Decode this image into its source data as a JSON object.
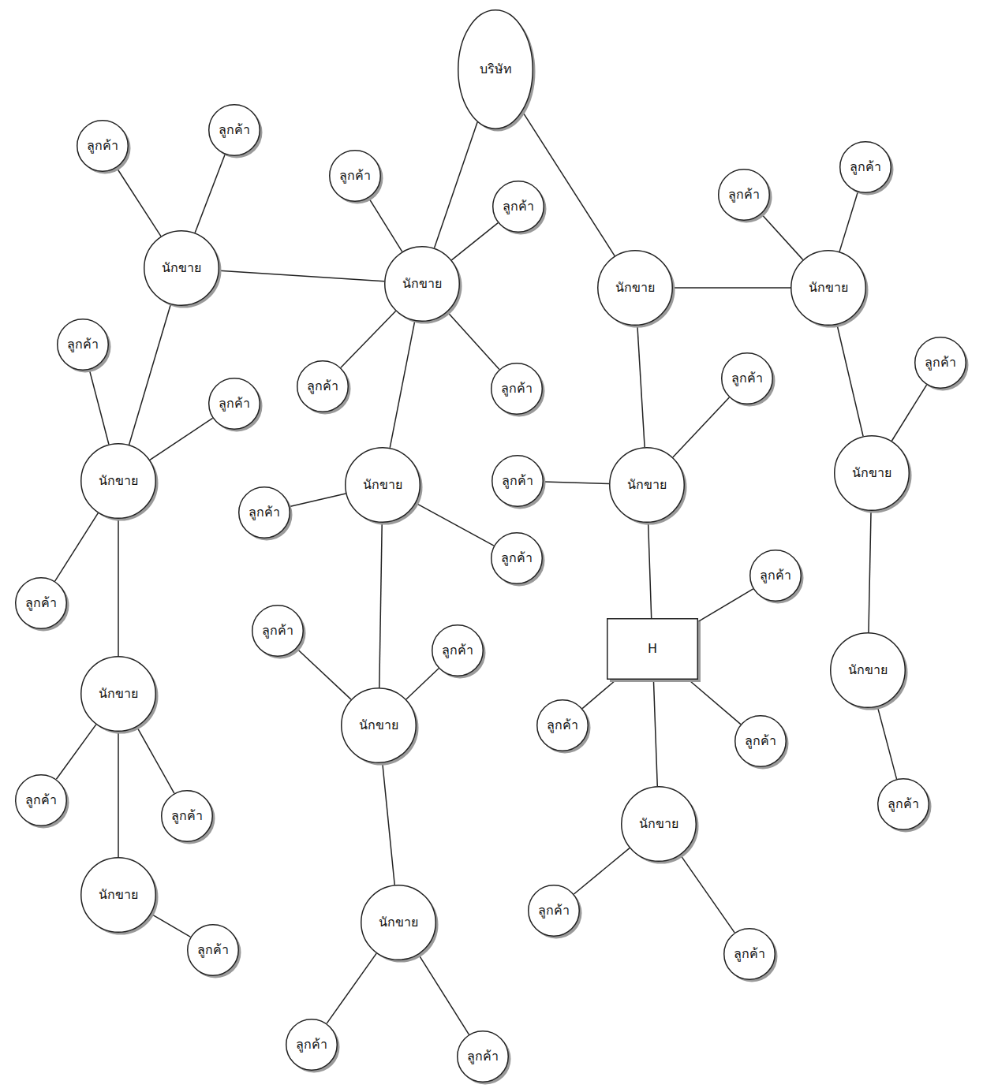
{
  "diagram": {
    "nodes": [
      {
        "text": [
          "บริษัท"
        ]
      },
      {
        "text": [
          "ลูกค้า"
        ]
      },
      {
        "text": [
          "ลูกค้า"
        ]
      },
      {
        "text": [
          "ลูกค้า"
        ]
      },
      {
        "text": [
          "ลูกค้า"
        ]
      },
      {
        "text": [
          "ลูกค้า"
        ]
      },
      {
        "text": [
          "ลูกค้า"
        ]
      },
      {
        "text": [
          "นักขาย"
        ]
      },
      {
        "text": [
          "นักขาย"
        ]
      },
      {
        "text": [
          "นักขาย"
        ]
      },
      {
        "text": [
          "นักขาย"
        ]
      },
      {
        "text": [
          "ลูกค้า"
        ]
      },
      {
        "text": [
          "ลูกค้า"
        ]
      },
      {
        "text": [
          "ลูกค้า"
        ]
      },
      {
        "text": [
          "ลูกค้า"
        ]
      },
      {
        "text": [
          "ลูกค้า"
        ]
      },
      {
        "text": [
          "ลูกค้า"
        ]
      },
      {
        "text": [
          "นักขาย"
        ]
      },
      {
        "text": [
          "นักขาย"
        ]
      },
      {
        "text": [
          "ลูกค้า"
        ]
      },
      {
        "text": [
          "นักขาย"
        ]
      },
      {
        "text": [
          "นักขาย"
        ]
      },
      {
        "text": [
          "ลูกค้า"
        ]
      },
      {
        "text": [
          "ลูกค้า"
        ]
      },
      {
        "text": [
          "ลูกค้า"
        ]
      },
      {
        "text": [
          "ลูกค้า"
        ]
      },
      {
        "text": [
          "ลูกค้า"
        ]
      },
      {
        "text": [
          "H"
        ]
      },
      {
        "text": [
          "ลูกค้า"
        ]
      },
      {
        "text": [
          "นักขาย"
        ]
      },
      {
        "text": [
          "นักขาย"
        ]
      },
      {
        "text": [
          "นักขาย"
        ]
      },
      {
        "text": [
          "ลูกค้า"
        ]
      },
      {
        "text": [
          "ลูกค้า"
        ]
      },
      {
        "text": [
          "ลูกค้า"
        ]
      },
      {
        "text": [
          "ลูกค้า"
        ]
      },
      {
        "text": [
          "ลูกค้า"
        ]
      },
      {
        "text": [
          "นักขาย"
        ]
      },
      {
        "text": [
          "นักขาย"
        ]
      },
      {
        "text": [
          "ลูกค้า"
        ]
      },
      {
        "text": [
          "นักขาย"
        ]
      },
      {
        "text": [
          "ลูกค้า"
        ]
      },
      {
        "text": [
          "ลูกค้า"
        ]
      },
      {
        "text": [
          "ลูกค้า"
        ]
      },
      {
        "text": [
          "ลูกค้า"
        ]
      }
    ],
    "edges": [
      {
        "from": 0,
        "to": 8,
        "arrow": "none"
      },
      {
        "from": 0,
        "to": 9,
        "arrow": "none"
      },
      {
        "from": 7,
        "to": 8,
        "arrow": "none"
      },
      {
        "from": 9,
        "to": 10,
        "arrow": "none"
      },
      {
        "from": 7,
        "to": 18,
        "arrow": "none"
      },
      {
        "from": 8,
        "to": 20,
        "arrow": "none"
      },
      {
        "from": 9,
        "to": 21,
        "arrow": "none"
      },
      {
        "from": 10,
        "to": 17,
        "arrow": "none"
      },
      {
        "from": 18,
        "to": 30,
        "arrow": "none"
      },
      {
        "from": 20,
        "to": 31,
        "arrow": "none"
      },
      {
        "from": 21,
        "to": 27,
        "arrow": "none"
      },
      {
        "from": 17,
        "to": 29,
        "arrow": "none"
      },
      {
        "from": 30,
        "to": 38,
        "arrow": "none"
      },
      {
        "from": 31,
        "to": 40,
        "arrow": "none"
      },
      {
        "from": 27,
        "to": 37,
        "arrow": "none"
      },
      {
        "from": 7,
        "to": 1,
        "arrow": "none"
      },
      {
        "from": 7,
        "to": 2,
        "arrow": "none"
      },
      {
        "from": 8,
        "to": 3,
        "arrow": "none"
      },
      {
        "from": 8,
        "to": 6,
        "arrow": "none"
      },
      {
        "from": 8,
        "to": 14,
        "arrow": "none"
      },
      {
        "from": 8,
        "to": 15,
        "arrow": "none"
      },
      {
        "from": 10,
        "to": 5,
        "arrow": "none"
      },
      {
        "from": 10,
        "to": 4,
        "arrow": "none"
      },
      {
        "from": 18,
        "to": 11,
        "arrow": "none"
      },
      {
        "from": 18,
        "to": 16,
        "arrow": "none"
      },
      {
        "from": 18,
        "to": 25,
        "arrow": "none"
      },
      {
        "from": 21,
        "to": 13,
        "arrow": "none"
      },
      {
        "from": 21,
        "to": 19,
        "arrow": "none"
      },
      {
        "from": 17,
        "to": 12,
        "arrow": "none"
      },
      {
        "from": 20,
        "to": 22,
        "arrow": "none"
      },
      {
        "from": 20,
        "to": 23,
        "arrow": "none"
      },
      {
        "from": 27,
        "to": 24,
        "arrow": "none"
      },
      {
        "from": 27,
        "to": 32,
        "arrow": "none"
      },
      {
        "from": 27,
        "to": 33,
        "arrow": "none"
      },
      {
        "from": 31,
        "to": 26,
        "arrow": "none"
      },
      {
        "from": 31,
        "to": 28,
        "arrow": "none"
      },
      {
        "from": 30,
        "to": 34,
        "arrow": "none"
      },
      {
        "from": 30,
        "to": 36,
        "arrow": "none"
      },
      {
        "from": 29,
        "to": 35,
        "arrow": "none"
      },
      {
        "from": 38,
        "to": 41,
        "arrow": "none"
      },
      {
        "from": 37,
        "to": 39,
        "arrow": "none"
      },
      {
        "from": 37,
        "to": 42,
        "arrow": "none"
      },
      {
        "from": 40,
        "to": 43,
        "arrow": "none"
      },
      {
        "from": 40,
        "to": 44,
        "arrow": "none"
      }
    ]
  }
}
